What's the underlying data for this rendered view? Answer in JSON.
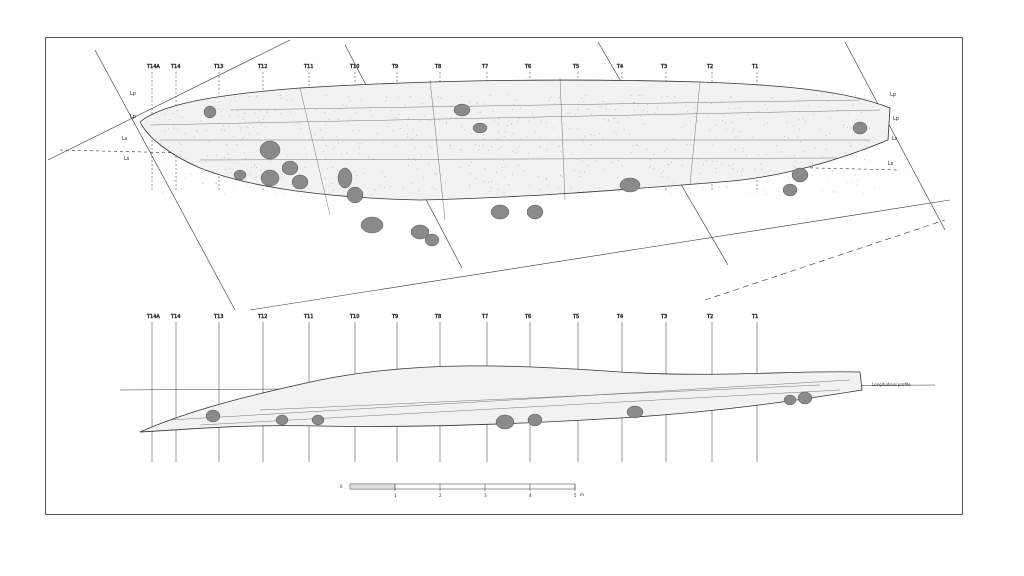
{
  "drawing": {
    "plan_frame_labels": [
      "T14A",
      "T14",
      "T13",
      "T12",
      "T11",
      "T10",
      "T9",
      "T8",
      "T7",
      "T6",
      "T5",
      "T4",
      "T3",
      "T2",
      "T1"
    ],
    "profile_frame_labels": [
      "T14A",
      "T14",
      "T13",
      "T12",
      "T11",
      "T10",
      "T9",
      "T8",
      "T7",
      "T6",
      "T5",
      "T4",
      "T3",
      "T2",
      "T1"
    ],
    "plan_side_labels": [
      "Lp",
      "Lp",
      "Ls",
      "Ls",
      "Lp",
      "Lp",
      "Ls",
      "Ls"
    ],
    "profile_note": "Longitudinal profile",
    "scale": {
      "marks": [
        "1",
        "2",
        "3",
        "4",
        "5"
      ],
      "unit": "m",
      "zero": "0"
    },
    "colors": {
      "ink": "#2a2a2a",
      "stone": "#8a8a8a",
      "stipple": "#b5b5b5"
    }
  }
}
